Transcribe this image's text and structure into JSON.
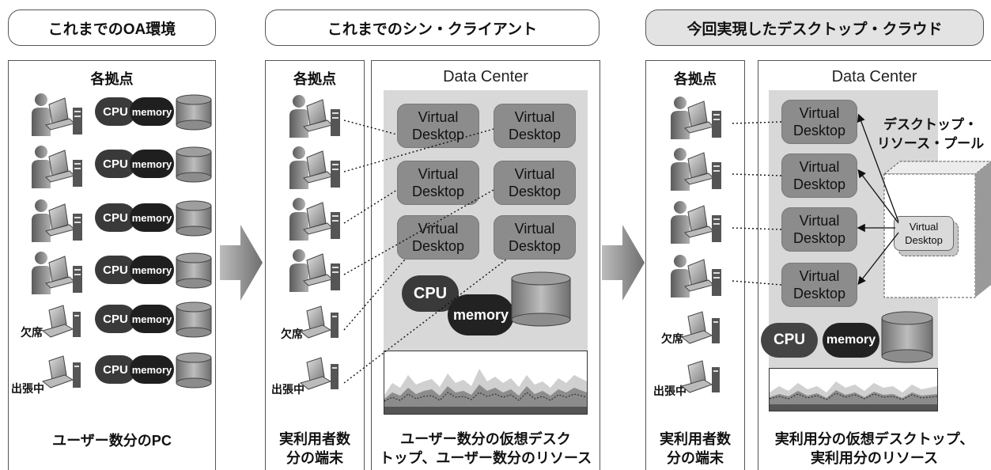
{
  "headers": {
    "col1": "これまでのOA環境",
    "col2": "これまでのシン・クライアント",
    "col3": "今回実現したデスクトップ・クラウド"
  },
  "sites_label": "各拠点",
  "data_center_label": "Data Center",
  "vd_line1": "Virtual",
  "vd_line2": "Desktop",
  "cpu_label": "CPU",
  "memory_label": "memory",
  "absent_label": "欠席",
  "business_trip_label": "出張中",
  "pool_label": {
    "line1": "デスクトップ・",
    "line2": "リソース・プール"
  },
  "pool_vd": {
    "line1": "Virtual",
    "line2": "Desktop"
  },
  "bottom": {
    "col1": "ユーザー数分のPC",
    "col2_left_line1": "実利用者数",
    "col2_left_line2": "分の端末",
    "col2_right_line1": "ユーザー数分の仮想デスク",
    "col2_right_line2": "トップ、ユーザー数分のリソース",
    "col3_left_line1": "実利用者数",
    "col3_left_line2": "分の端末",
    "col3_right_line1": "実利用分の仮想デスクトップ、",
    "col3_right_line2": "実利用分のリソース"
  }
}
